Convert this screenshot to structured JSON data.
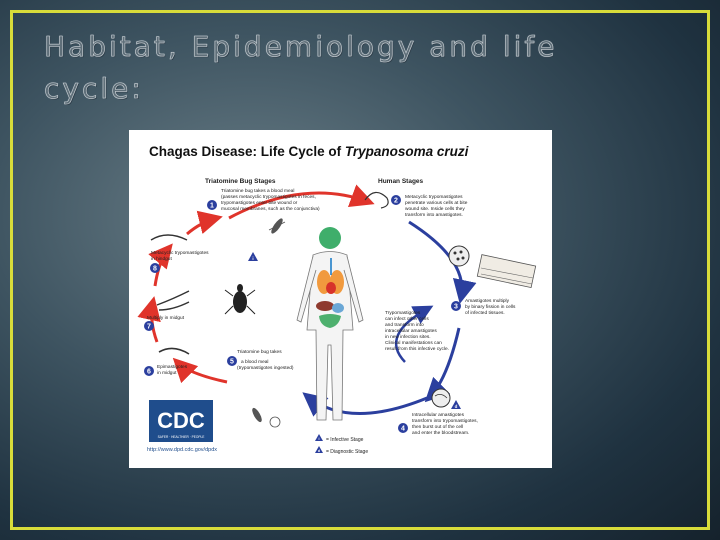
{
  "slide": {
    "title": "Habitat, Epidemiology and life cycle:"
  },
  "diagram": {
    "title_prefix": "Chagas Disease: Life Cycle of ",
    "title_italic": "Trypanosoma cruzi",
    "bug_stages_header": "Triatomine Bug Stages",
    "human_stages_header": "Human Stages",
    "steps": {
      "s1": [
        "Triatomine bug takes a blood meal",
        "(passes metacyclic trypomastigotes in feces,",
        "trypomastigotes enter bite wound or",
        "mucosal membranes, such as the conjunctiva)"
      ],
      "s2": [
        "Metacyclic trypomastigotes",
        "penetrate various cells at bite",
        "wound site. Inside cells they",
        "transform into amastigotes."
      ],
      "s3": [
        "Amastigotes multiply",
        "by binary fission in cells",
        "of infected tissues."
      ],
      "s4": [
        "Intracellular amastigotes",
        "transform into trypomastigotes,",
        "then burst out of the cell",
        "and enter the bloodstream."
      ],
      "s5": [
        "Triatomine bug takes",
        "a blood meal",
        "(trypomastigotes ingested)"
      ],
      "s6": [
        "Epimastigotes",
        "in midgut"
      ],
      "s7": [
        "Multiply in midgut"
      ],
      "s8": [
        "Metacyclic trypomastigotes",
        "in hindgut"
      ]
    },
    "middle_text": [
      "Trypomastigotes",
      "can infect other cells",
      "and transform into",
      "intracellular amastigotes",
      "in new infection sites.",
      "Clinical manifestations can",
      "result from this infective cycle."
    ],
    "numbers": [
      "1",
      "2",
      "3",
      "4",
      "5",
      "6",
      "7",
      "8"
    ],
    "legend": {
      "infective": "= Infective Stage",
      "diagnostic": "= Diagnostic Stage",
      "i_symbol": "i",
      "d_symbol": "d"
    },
    "cdc": {
      "logo": "CDC",
      "tagline": "SAFER · HEALTHIER · PEOPLE",
      "url": "http://www.dpd.cdc.gov/dpdx"
    },
    "colors": {
      "arrow_red": "#e0342b",
      "arrow_blue": "#2b3f9e",
      "badge": "#2b3f9e",
      "cdc_blue": "#1f4d8c",
      "frame": "#d8dc3a"
    }
  }
}
